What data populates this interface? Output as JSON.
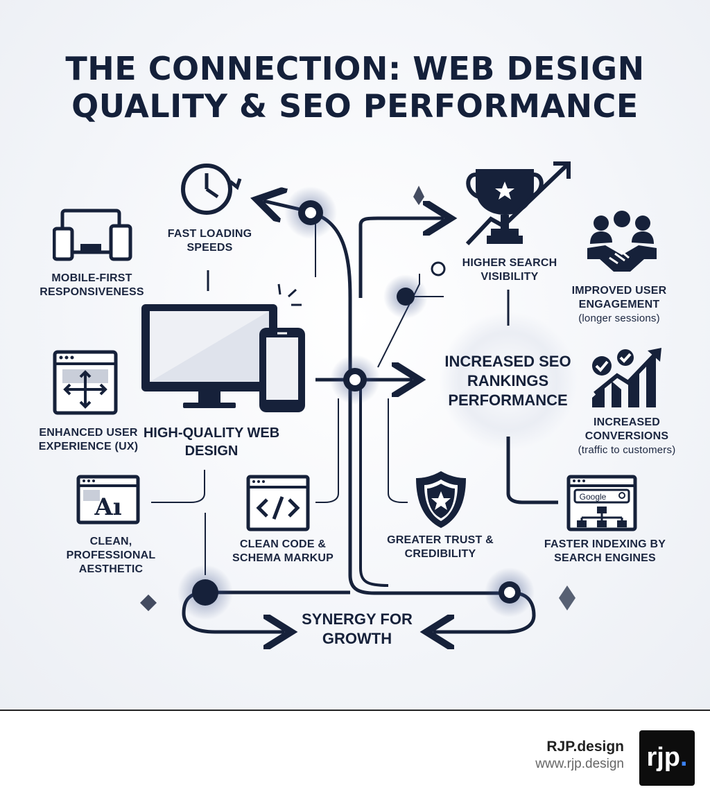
{
  "title": {
    "line1": "THE CONNECTION: WEB DESIGN",
    "line2": "QUALITY & SEO PERFORMANCE"
  },
  "nodes": {
    "mobile_first": "MOBILE-FIRST RESPONSIVENESS",
    "fast_loading": "FAST LOADING SPEEDS",
    "enhanced_ux": "ENHANCED USER EXPERIENCE (UX)",
    "high_quality": "HIGH-QUALITY WEB DESIGN",
    "clean_aesthetic": "CLEAN, PROFESSIONAL AESTHETIC",
    "clean_code": "CLEAN CODE & SCHEMA MARKUP",
    "higher_visibility": "HIGHER SEARCH VISIBILITY",
    "improved_engagement": "IMPROVED USER ENGAGEMENT",
    "improved_engagement_note": "(longer sessions)",
    "increased_rankings": "INCREASED SEO RANKINGS PERFORMANCE",
    "increased_conversions": "INCREASED CONVERSIONS",
    "increased_conversions_note": "(traffic to customers)",
    "greater_trust": "GREATER TRUST & CREDIBILITY",
    "faster_indexing": "FASTER INDEXING BY SEARCH ENGINES",
    "synergy": "SYNERGY FOR GROWTH"
  },
  "icons": {
    "clock": "clock-icon",
    "devices": "devices-icon",
    "monitor_phone": "monitor-phone-icon",
    "ux_window": "ux-window-icon",
    "typography": "typography-icon",
    "code": "code-icon",
    "trophy": "trophy-icon",
    "handshake": "handshake-icon",
    "chart": "growth-chart-icon",
    "shield": "shield-icon",
    "search_sitemap": "search-sitemap-icon",
    "search_box_text": "Google",
    "typography_glyph": "Aı"
  },
  "footer": {
    "brand": "RJP.design",
    "url": "www.rjp.design",
    "logo_text": "rjp",
    "logo_dot": "."
  },
  "colors": {
    "navy": "#16213a",
    "accent": "#3b82f6"
  }
}
